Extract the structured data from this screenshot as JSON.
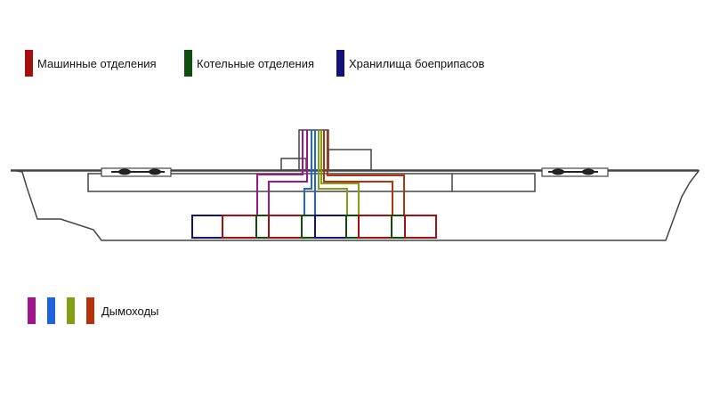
{
  "colors": {
    "hull": "#444444",
    "engine": "#a50f0f",
    "boiler": "#0f4d0f",
    "magazine": "#141478",
    "funnel_1": "#a0148c",
    "funnel_2": "#1e64dc",
    "funnel_3": "#82a014",
    "funnel_4": "#b4330f"
  },
  "legend": {
    "engine_rooms": "Машинные отделения",
    "boiler_rooms": "Котельные отделения",
    "magazines": "Хранилища боеприпасов",
    "funnels": "Дымоходы"
  }
}
